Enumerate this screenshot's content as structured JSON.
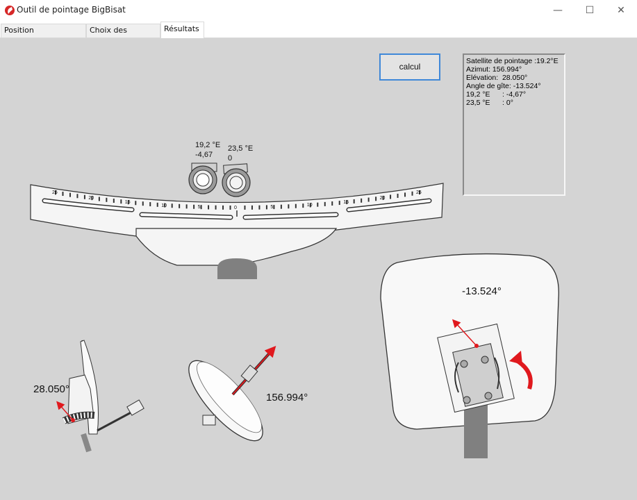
{
  "window": {
    "title": "Outil de pointage BigBisat",
    "minimize": "—",
    "maximize": "☐",
    "close": "✕",
    "logo_color": "#d62828"
  },
  "tabs": [
    {
      "label": "Position Géographique",
      "active": false
    },
    {
      "label": "Choix des satellites",
      "active": false
    },
    {
      "label": "Résultats",
      "active": true
    }
  ],
  "calc_button": {
    "label": "calcul"
  },
  "results_box": {
    "lines": [
      "Satellite de pointage :19.2°E",
      "Azimut: 156.994°",
      "Elévation:  28.050°",
      "Angle de gîte: -13.524°",
      "19,2 °E      : -4,67°",
      "23,5 °E      : 0°"
    ]
  },
  "lnb_labels": {
    "sat1_name": "19,2 °E",
    "sat1_value": "-4,67",
    "sat2_name": "23,5 °E",
    "sat2_value": "0"
  },
  "scale_ticks": [
    "25",
    "20",
    "15",
    "10",
    "5",
    "0",
    "5",
    "10",
    "15",
    "20",
    "25"
  ],
  "diagrams": {
    "elevation_value": "28.050°",
    "azimuth_value": "156.994°",
    "tilt_value": "-13.524°"
  },
  "colors": {
    "accent_red": "#e0191e",
    "button_border": "#3f88d8"
  }
}
